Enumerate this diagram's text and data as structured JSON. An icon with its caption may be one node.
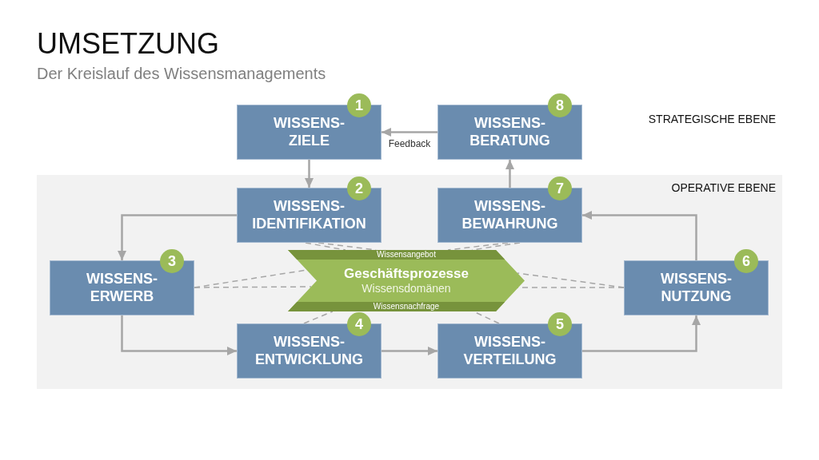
{
  "diagram": {
    "title": "UMSETZUNG",
    "nodes": [
      {
        "text": [
          "1",
          "WISSENS- ZIELE"
        ]
      },
      {
        "text": [
          "8",
          "WISSENS- BERATUNG"
        ]
      },
      {
        "text": [
          "OPERATIVE EBENE"
        ]
      },
      {
        "text": [
          "2",
          "WISSENS- IDENTIFIKATION"
        ],
        "in": 2
      },
      {
        "text": [
          "7",
          "WISSENS- BEWAHRUNG"
        ],
        "in": 2
      },
      {
        "text": [
          "3",
          "WISSENS- ERWERB"
        ],
        "in": 2
      },
      {
        "text": [
          "Wissensangebot",
          "Geschäftsprozesse",
          "Wissensdomänen",
          "Wissensnachfrage"
        ],
        "in": 2
      },
      {
        "text": [
          "6",
          "WISSENS- NUTZUNG"
        ],
        "in": 2
      },
      {
        "text": [
          "4",
          "WISSENS- ENTWICKLUNG"
        ],
        "in": 2
      },
      {
        "text": [
          "5",
          "WISSENS- VERTEILUNG"
        ],
        "in": 2
      }
    ],
    "edges": [
      {
        "from": 1,
        "to": 0,
        "arrow": "to",
        "label": "Feedback"
      },
      {
        "from": 0,
        "to": 3,
        "arrow": "to"
      },
      {
        "from": 3,
        "to": 5,
        "arrow": "to"
      },
      {
        "from": 5,
        "to": 8,
        "arrow": "to"
      },
      {
        "from": 8,
        "to": 9,
        "arrow": "to"
      },
      {
        "from": 9,
        "to": 7,
        "arrow": "to"
      },
      {
        "from": 7,
        "to": 4,
        "arrow": "to"
      },
      {
        "from": 4,
        "to": 1,
        "arrow": "to"
      },
      {
        "from": 3,
        "to": 6,
        "arrow": "none",
        "style": "dashed"
      },
      {
        "from": 3,
        "to": 6,
        "arrow": "none",
        "style": "dashed"
      },
      {
        "from": 4,
        "to": 6,
        "arrow": "none",
        "style": "dashed"
      },
      {
        "from": 4,
        "to": 6,
        "arrow": "none",
        "style": "dashed"
      },
      {
        "from": 5,
        "to": 6,
        "arrow": "none",
        "style": "dashed"
      },
      {
        "from": 5,
        "to": 6,
        "arrow": "none",
        "style": "dashed"
      },
      {
        "from": 7,
        "to": 6,
        "arrow": "none",
        "style": "dashed"
      },
      {
        "from": 7,
        "to": 6,
        "arrow": "none",
        "style": "dashed"
      },
      {
        "from": 8,
        "to": 6,
        "arrow": "none",
        "style": "dashed"
      },
      {
        "from": 9,
        "to": 6,
        "arrow": "none",
        "style": "dashed"
      }
    ],
    "labels": [
      "Der Kreislauf des Wissensmanagements",
      "STRATEGISCHE EBENE"
    ]
  }
}
